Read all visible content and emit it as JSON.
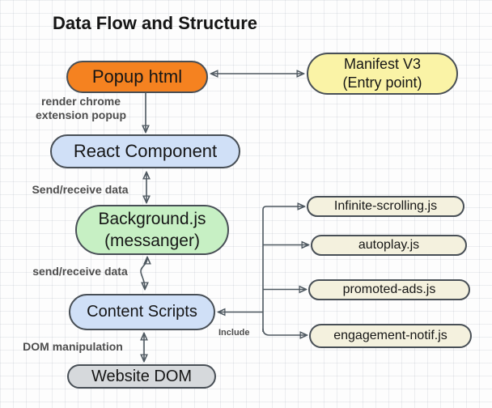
{
  "title": "Data Flow and Structure",
  "diagram": {
    "nodes": {
      "popup_html": {
        "label": "Popup html",
        "fill": "#F58220"
      },
      "manifest_v3": {
        "line1": "Manifest V3",
        "line2": "(Entry point)",
        "fill": "#FAF3A6"
      },
      "react_component": {
        "label": "React Component",
        "fill": "#D0E0F7"
      },
      "background_js": {
        "line1": "Background.js",
        "line2": "(messanger)",
        "fill": "#C7F0C4"
      },
      "content_scripts": {
        "label": "Content Scripts",
        "fill": "#D0E0F7"
      },
      "website_dom": {
        "label": "Website DOM",
        "fill": "#D6D9DC"
      },
      "infinite_scrolling": {
        "label": "Infinite-scrolling.js",
        "fill": "#F4F1DE"
      },
      "autoplay": {
        "label": "autoplay.js",
        "fill": "#F4F1DE"
      },
      "promoted_ads": {
        "label": "promoted-ads.js",
        "fill": "#F4F1DE"
      },
      "engagement_notif": {
        "label": "engagement-notif.js",
        "fill": "#F4F1DE"
      }
    },
    "edge_labels": {
      "render_line1": "render chrome",
      "render_line2": "extension popup",
      "send_receive_top": "Send/receive data",
      "send_receive_bottom": "send/receive data",
      "dom_manipulation": "DOM manipulation",
      "include": "Include"
    },
    "colors": {
      "node_border": "#484F56",
      "edge": "#4E5860",
      "arrowhead": "#3C4650",
      "label_text": "#4D4D4D",
      "title_text": "#151515"
    }
  }
}
